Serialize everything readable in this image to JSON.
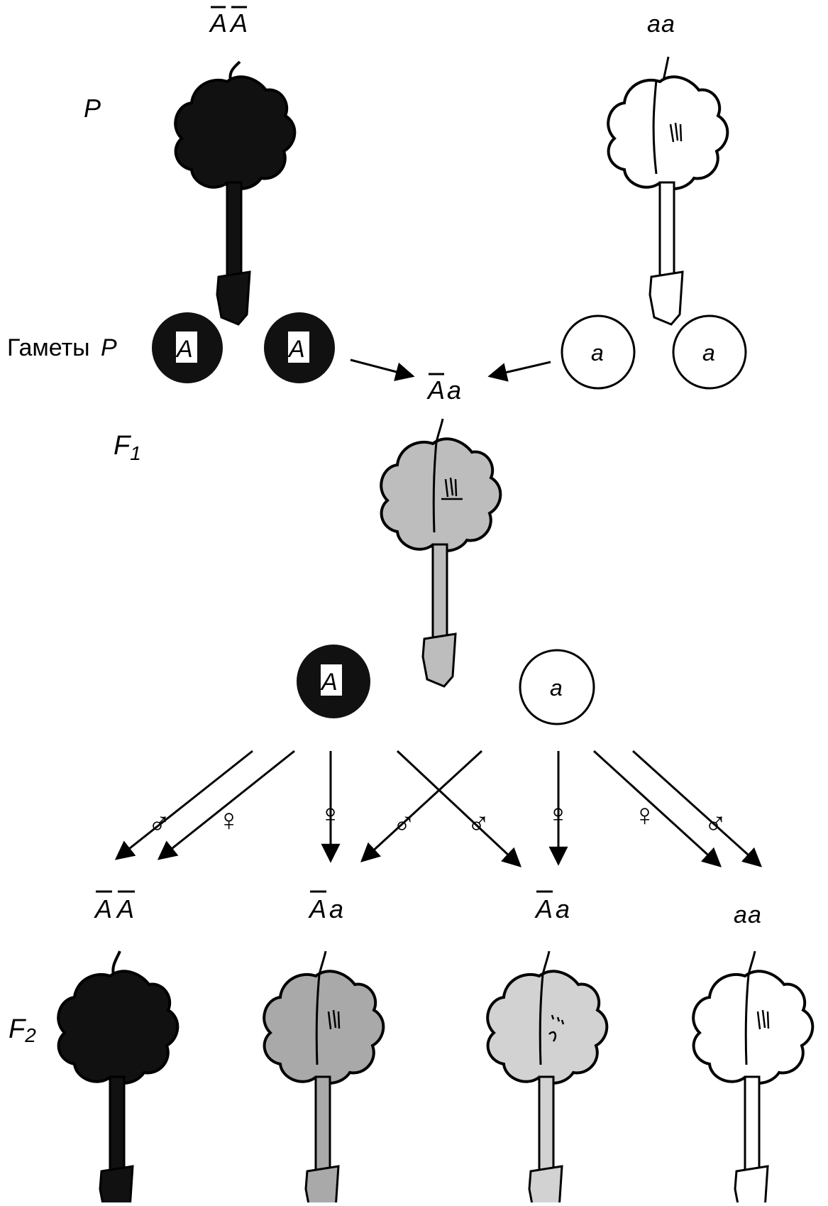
{
  "parents": {
    "generation_label": "P",
    "left_genotype": {
      "first": "A",
      "second": "A",
      "first_bar": true,
      "second_bar": true
    },
    "right_genotype": {
      "first": "a",
      "second": "a",
      "first_bar": false,
      "second_bar": false
    }
  },
  "gametes_p": {
    "label": "Гаметы",
    "label_italic": "P",
    "left": [
      "A",
      "A"
    ],
    "right": [
      "a",
      "a"
    ]
  },
  "f1": {
    "label": "F",
    "label_sub": "1",
    "genotype": {
      "first": "A",
      "second": "a",
      "first_bar": true,
      "second_bar": false
    },
    "gametes": [
      "A",
      "a"
    ]
  },
  "cross": {
    "male_symbol": "♂",
    "female_symbol": "♀"
  },
  "f2": {
    "label": "F",
    "label_sub": "2",
    "offspring": [
      {
        "first": "A",
        "second": "A",
        "first_bar": true,
        "second_bar": true,
        "shade": "#111111"
      },
      {
        "first": "A",
        "second": "a",
        "first_bar": true,
        "second_bar": false,
        "shade": "#a9a9a9"
      },
      {
        "first": "A",
        "second": "a",
        "first_bar": true,
        "second_bar": false,
        "shade": "#d2d2d2"
      },
      {
        "first": "a",
        "second": "a",
        "first_bar": false,
        "second_bar": false,
        "shade": "#ffffff"
      }
    ]
  },
  "colors": {
    "dominant_black": "#111111",
    "f1_gray": "#bdbdbd",
    "recessive_white": "#ffffff",
    "ink": "#000000"
  }
}
